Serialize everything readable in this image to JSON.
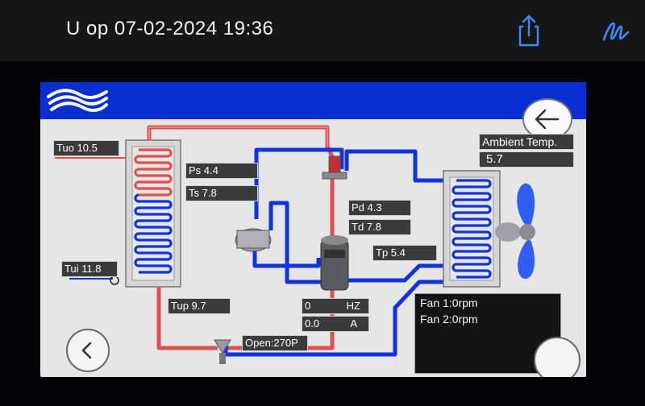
{
  "photo_header": {
    "title": "U op 07-02-2024 19:36",
    "share_icon": "share-icon",
    "markup_icon": "markup-icon"
  },
  "hmi": {
    "header_color": "#0a2fd0",
    "back_icon": "back-arrow-icon",
    "prev_icon": "chevron-left-icon",
    "colors": {
      "hot_pipe": "#e05050",
      "cold_pipe": "#1133dd",
      "fan": "#2f5ef0"
    },
    "readings": {
      "tuo": {
        "label": "Tuo",
        "value": "10.5"
      },
      "tui": {
        "label": "Tui",
        "value": "11.8"
      },
      "tup": {
        "label": "Tup",
        "value": "9.7"
      },
      "ps": {
        "label": "Ps",
        "value": "4.4"
      },
      "ts": {
        "label": "Ts",
        "value": "7.8"
      },
      "pd": {
        "label": "Pd",
        "value": "4.3"
      },
      "td": {
        "label": "Td",
        "value": "7.8"
      },
      "tp": {
        "label": "Tp",
        "value": "5.4"
      },
      "ambient": {
        "label": "Ambient Temp.",
        "value": "5.7"
      },
      "frequency": {
        "value": "0",
        "unit": "HZ"
      },
      "current": {
        "value": "0.0",
        "unit": "A"
      },
      "valve": {
        "text": "Open:270P"
      }
    },
    "fans": [
      "Fan 1:0rpm",
      "Fan 2:0rpm"
    ]
  }
}
